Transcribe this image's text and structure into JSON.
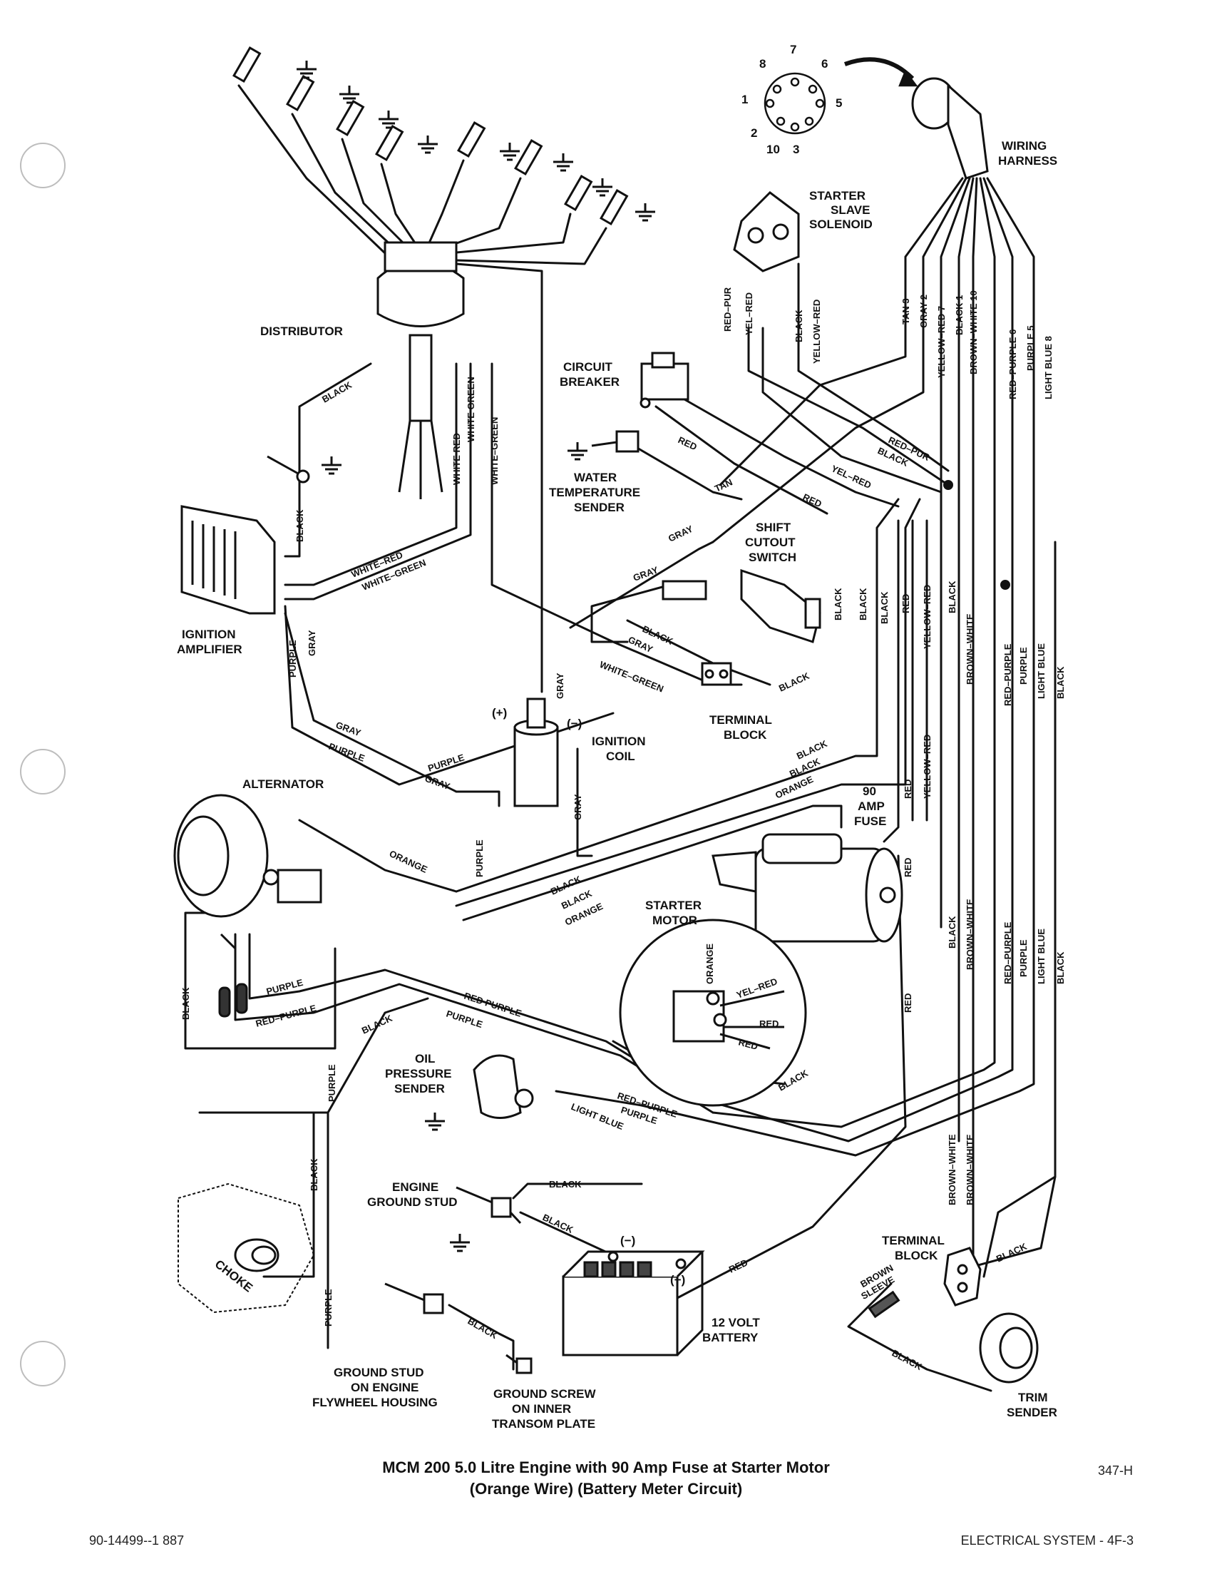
{
  "components": {
    "distributor": "DISTRIBUTOR",
    "ignition_amplifier": [
      "IGNITION",
      "AMPLIFIER"
    ],
    "ignition_coil": [
      "IGNITION",
      "COIL"
    ],
    "alternator": "ALTERNATOR",
    "circuit_breaker": [
      "CIRCUIT",
      "BREAKER"
    ],
    "water_temp_sender": [
      "WATER",
      "TEMPERATURE",
      "SENDER"
    ],
    "starter_slave_solenoid": [
      "STARTER",
      "SLAVE",
      "SOLENOID"
    ],
    "wiring_harness": [
      "WIRING",
      "HARNESS"
    ],
    "shift_cutout_switch": [
      "SHIFT",
      "CUTOUT",
      "SWITCH"
    ],
    "terminal_block_upper": [
      "TERMINAL",
      "BLOCK"
    ],
    "fuse_90_amp": [
      "90",
      "AMP",
      "FUSE"
    ],
    "starter_motor": [
      "STARTER",
      "MOTOR"
    ],
    "oil_pressure_sender": [
      "OIL",
      "PRESSURE",
      "SENDER"
    ],
    "engine_ground_stud": [
      "ENGINE",
      "GROUND STUD"
    ],
    "choke": "CHOKE",
    "battery": [
      "12 VOLT",
      "BATTERY"
    ],
    "ground_stud_flywheel": [
      "GROUND STUD",
      "ON ENGINE",
      "FLYWHEEL HOUSING"
    ],
    "ground_screw_transom": [
      "GROUND SCREW",
      "ON INNER",
      "TRANSOM PLATE"
    ],
    "terminal_block_lower": [
      "TERMINAL",
      "BLOCK"
    ],
    "brown_sleeve": [
      "BROWN",
      "SLEEVE"
    ],
    "trim_sender": [
      "TRIM",
      "SENDER"
    ],
    "plus_sign": "(+)",
    "minus_sign": "(−)"
  },
  "pin_numbers": [
    "7",
    "8",
    "6",
    "1",
    "5",
    "2",
    "10",
    "3"
  ],
  "harness_wires": [
    "TAN 3",
    "GRAY 2",
    "YELLOW–RED 7",
    "BLACK 1",
    "BROWN–WHITE 10",
    "RED–PURPLE 6",
    "PURPLE 5",
    "LIGHT BLUE 8"
  ],
  "wire_labels": {
    "black": "BLACK",
    "white_red": "WHITE–RED",
    "white_green": "WHITE–GREEN",
    "white_red_vertical": "WHITE RED",
    "white_green_vertical": "WHITE GREEN",
    "purple": "PURPLE",
    "gray": "GRAY",
    "orange": "ORANGE",
    "red": "RED",
    "tan": "TAN",
    "red_pur": "RED–PUR",
    "yel_red": "YEL–RED",
    "yellow_red": "YELLOW–RED",
    "brown_white": "BROWN–WHITE",
    "red_purple": "RED–PURPLE",
    "light_blue": "LIGHT BLUE",
    "red_purple_spaced": "RED PURPLE"
  },
  "title": {
    "line1": "MCM 200 5.0 Litre Engine with 90 Amp Fuse at Starter Motor",
    "line2": "(Orange Wire) (Battery Meter Circuit)"
  },
  "figure_number": "347-H",
  "footer": {
    "left": "90-14499--1 887",
    "right": "ELECTRICAL SYSTEM - 4F-3"
  }
}
